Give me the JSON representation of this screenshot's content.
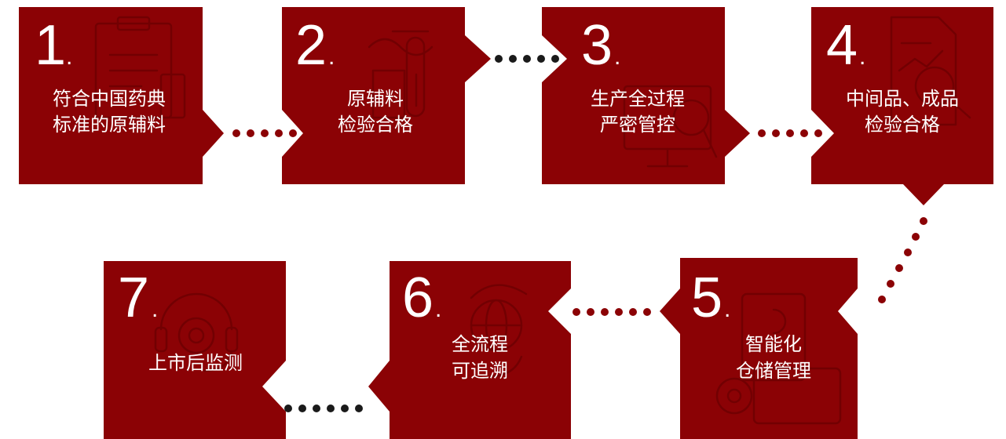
{
  "colors": {
    "box": "#8b0205",
    "connector_red": "#8b0205",
    "connector_dark": "#1a1a1a",
    "text": "#ffffff"
  },
  "steps": [
    {
      "number": "1",
      "lines": [
        "符合中国药典",
        "标准的原辅料"
      ],
      "icon": "clipboard-icon"
    },
    {
      "number": "2",
      "lines": [
        "原辅料",
        "检验合格"
      ],
      "icon": "test-tube-icon"
    },
    {
      "number": "3",
      "lines": [
        "生产全过程",
        "严密管控"
      ],
      "icon": "monitor-magnifier-icon"
    },
    {
      "number": "4",
      "lines": [
        "中间品、成品",
        "检验合格"
      ],
      "icon": "report-magnifier-icon"
    },
    {
      "number": "5",
      "lines": [
        "智能化",
        "仓储管理"
      ],
      "icon": "warehouse-lock-icon"
    },
    {
      "number": "6",
      "lines": [
        "全流程",
        "可追溯"
      ],
      "icon": "globe-arrows-icon"
    },
    {
      "number": "7",
      "lines": [
        "上市后监测"
      ],
      "icon": "headset-gear-icon"
    }
  ]
}
